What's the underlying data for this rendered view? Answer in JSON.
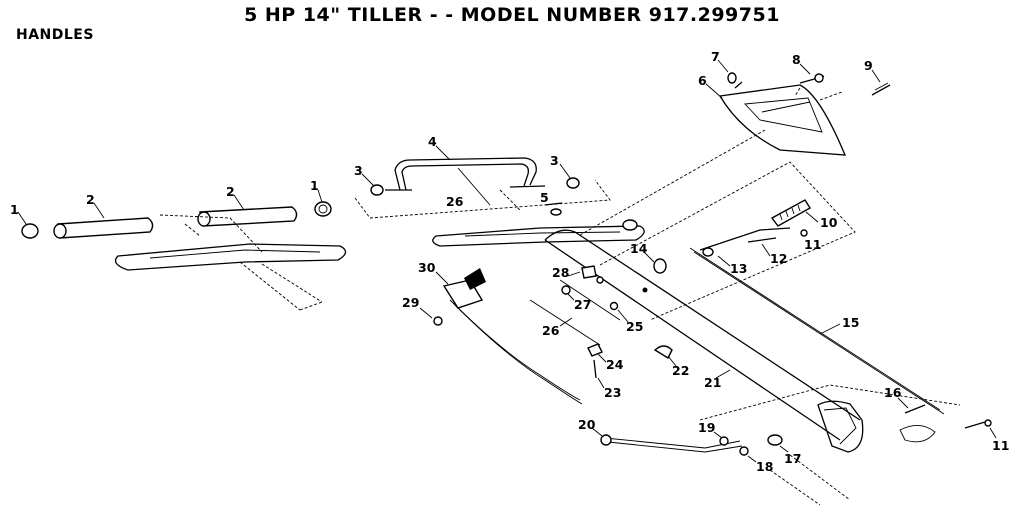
{
  "title": "5 HP 14\" TILLER - - MODEL NUMBER 917.299751",
  "section": "HANDLES",
  "part_numbers": [
    "1",
    "2",
    "2",
    "1",
    "3",
    "4",
    "3",
    "26",
    "5",
    "6",
    "7",
    "8",
    "9",
    "10",
    "11",
    "12",
    "13",
    "14",
    "15",
    "16",
    "11",
    "17",
    "18",
    "19",
    "20",
    "21",
    "22",
    "23",
    "24",
    "25",
    "26",
    "27",
    "28",
    "29",
    "30"
  ]
}
